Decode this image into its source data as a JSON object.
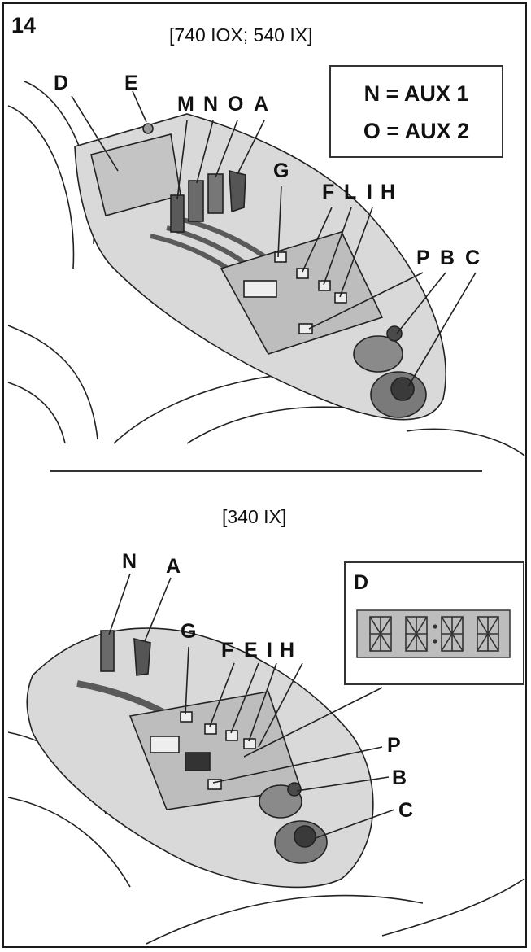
{
  "figure_number": "14",
  "top_caption": "[740 IOX; 540 IX]",
  "bottom_caption": "[340 IX]",
  "legend": {
    "line1": "N = AUX 1",
    "line2": "O = AUX 2"
  },
  "top_labels": {
    "D": "D",
    "E": "E",
    "M": "M",
    "N": "N",
    "O": "O",
    "A": "A",
    "G": "G",
    "F": "F",
    "L": "L",
    "I": "I",
    "H": "H",
    "P": "P",
    "B": "B",
    "C": "C"
  },
  "bottom_labels": {
    "N": "N",
    "A": "A",
    "G": "G",
    "F": "F",
    "E": "E",
    "I": "I",
    "H": "H",
    "P": "P",
    "B": "B",
    "C": "C",
    "D": "D"
  },
  "colors": {
    "console": "#d7d7d7",
    "panel": "#bdbdbd",
    "dark": "#4a4a4a",
    "line": "#222222"
  }
}
